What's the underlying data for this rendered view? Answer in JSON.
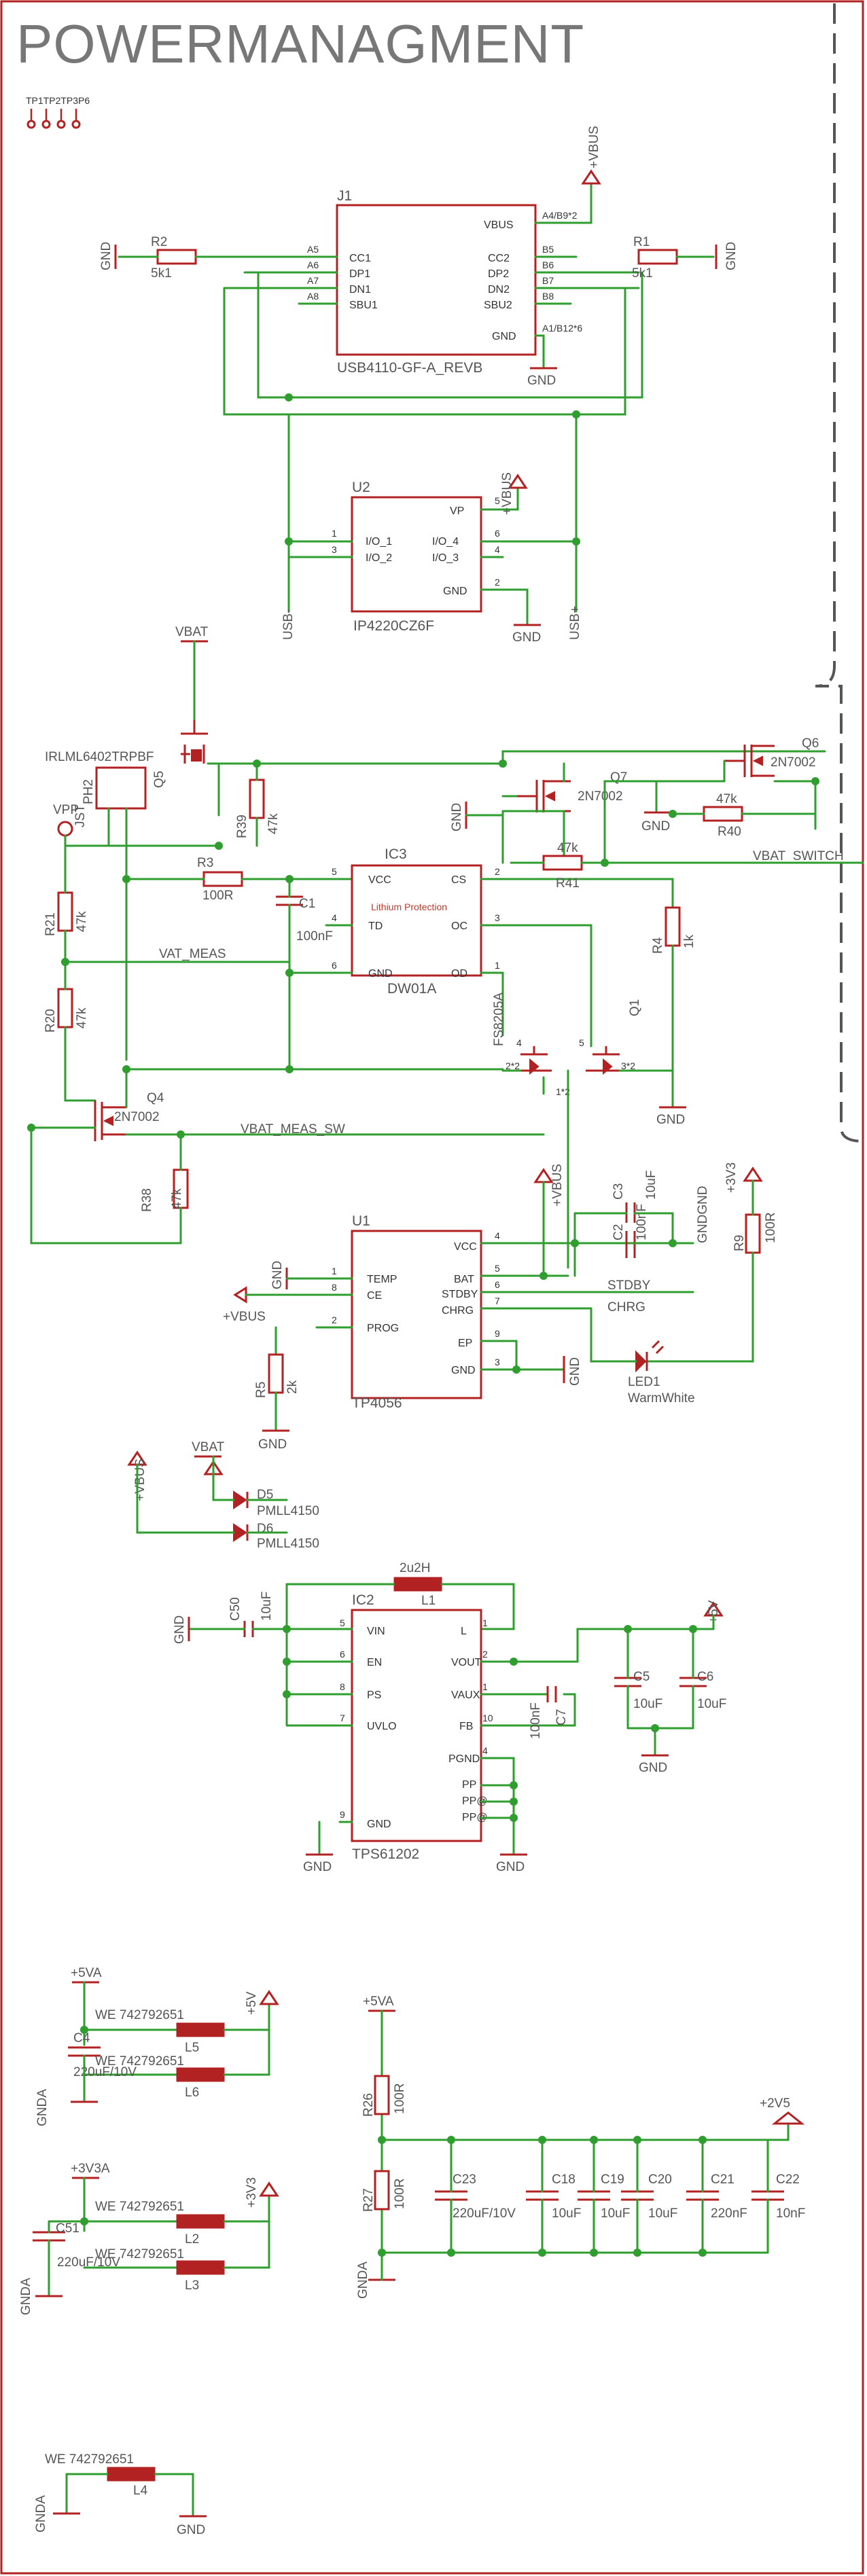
{
  "title": "POWERMANAGMENT",
  "testpoints": "TP1TP2TP3P6",
  "nets": {
    "vbus": "+VBUS",
    "vbat": "VBAT",
    "gnd": "GND",
    "gnda": "GNDA",
    "p5v": "+5V",
    "p3v3": "+3V3",
    "p5va": "+5VA",
    "p3v3a": "+3V3A",
    "p2v5": "+2V5",
    "usbm": "USB-",
    "usbp": "USB+",
    "vbat_switch": "VBAT_SWITCH",
    "vat_meas": "VAT_MEAS",
    "vbat_meas_sw": "VBAT_MEAS_SW",
    "stdby": "STDBY",
    "chrg": "CHRG",
    "vpp": "VPP",
    "gndgnd": "GNDGND"
  },
  "j1": {
    "ref": "J1",
    "value": "USB4110-GF-A_REVB",
    "left_pins": [
      "A5",
      "A6",
      "A7",
      "A8"
    ],
    "left_names": [
      "CC1",
      "DP1",
      "DN1",
      "SBU1"
    ],
    "right_pins": [
      "A4/B9*2",
      "B5",
      "B6",
      "B7",
      "B8",
      "A1/B12*6"
    ],
    "right_names": [
      "VBUS",
      "CC2",
      "DP2",
      "DN2",
      "SBU2",
      "GND"
    ]
  },
  "u2": {
    "ref": "U2",
    "value": "IP4220CZ6F",
    "pins_l": [
      "1",
      "3"
    ],
    "names_l": [
      "I/O_1",
      "I/O_2"
    ],
    "pins_r": [
      "5",
      "6",
      "4",
      "2"
    ],
    "names_r": [
      "VP",
      "I/O_4",
      "I/O_3",
      "GND"
    ]
  },
  "ic3": {
    "ref": "IC3",
    "value": "DW01A",
    "note": "Lithium Protection",
    "pins_l": [
      "5",
      "4",
      "6"
    ],
    "names_l": [
      "VCC",
      "TD",
      "GND"
    ],
    "pins_r": [
      "2",
      "3",
      "1"
    ],
    "names_r": [
      "CS",
      "OC",
      "OD"
    ]
  },
  "u1": {
    "ref": "U1",
    "value": "TP4056",
    "pins_l": [
      "1",
      "8",
      "2"
    ],
    "names_l": [
      "TEMP",
      "CE",
      "PROG"
    ],
    "pins_r": [
      "4",
      "5",
      "6",
      "7",
      "9",
      "3"
    ],
    "names_r": [
      "VCC",
      "BAT",
      "STDBY",
      "CHRG",
      "EP",
      "GND"
    ]
  },
  "ic2": {
    "ref": "IC2",
    "value": "TPS61202",
    "pins_l": [
      "5",
      "6",
      "8",
      "7",
      "9"
    ],
    "names_l": [
      "VIN",
      "EN",
      "PS",
      "UVLO",
      "GND"
    ],
    "pins_r": [
      "1",
      "2",
      "1",
      "10",
      "4"
    ],
    "names_r": [
      "L",
      "VOUT",
      "VAUX",
      "FB",
      "PGND"
    ],
    "pp": [
      "PP",
      "PP@",
      "PP@"
    ]
  },
  "transistors": {
    "q5": {
      "ref": "Q5",
      "value": "IRLML6402TRPBF"
    },
    "q7": {
      "ref": "Q7",
      "value": "2N7002"
    },
    "q6": {
      "ref": "Q6",
      "value": "2N7002"
    },
    "q4": {
      "ref": "Q4",
      "value": "2N7002"
    },
    "q1": {
      "ref": "Q1",
      "value": "FS8205A",
      "pins": [
        "5",
        "4",
        "2*2",
        "1*2",
        "3*2"
      ]
    }
  },
  "resistors": {
    "r1": {
      "ref": "R1",
      "value": "5k1"
    },
    "r2": {
      "ref": "R2",
      "value": "5k1"
    },
    "r3": {
      "ref": "R3",
      "value": "100R"
    },
    "r39": {
      "ref": "R39",
      "value": "47k"
    },
    "r40": {
      "ref": "R40",
      "value": "47k"
    },
    "r41": {
      "ref": "R41",
      "value": "47k"
    },
    "r4": {
      "ref": "R4",
      "value": "1k"
    },
    "r21": {
      "ref": "R21",
      "value": "47k"
    },
    "r20": {
      "ref": "R20",
      "value": "47k"
    },
    "r38": {
      "ref": "R38",
      "value": "47k"
    },
    "r9": {
      "ref": "R9",
      "value": "100R"
    },
    "r5": {
      "ref": "R5",
      "value": "2k"
    },
    "r26": {
      "ref": "R26",
      "value": "100R"
    },
    "r27": {
      "ref": "R27",
      "value": "100R"
    }
  },
  "caps": {
    "c1": {
      "ref": "C1",
      "value": "100nF"
    },
    "c3": {
      "ref": "C3",
      "value": "10uF"
    },
    "c2": {
      "ref": "C2",
      "value": "100nF"
    },
    "c50": {
      "ref": "C50",
      "value": "10uF"
    },
    "c7": {
      "ref": "C7",
      "value": "100nF"
    },
    "c5": {
      "ref": "C5",
      "value": "10uF"
    },
    "c6": {
      "ref": "C6",
      "value": "10uF"
    },
    "c4": {
      "ref": "C4",
      "value": "220uF/10V"
    },
    "c51": {
      "ref": "C51",
      "value": "220uF/10V"
    },
    "c23": {
      "ref": "C23",
      "value": "220uF/10V"
    },
    "c18": {
      "ref": "C18",
      "value": "10uF"
    },
    "c19": {
      "ref": "C19",
      "value": "10uF"
    },
    "c20": {
      "ref": "C20",
      "value": "10uF"
    },
    "c21": {
      "ref": "C21",
      "value": "220nF"
    },
    "c22": {
      "ref": "C22",
      "value": "10nF"
    }
  },
  "inductors": {
    "l1": {
      "ref": "L1",
      "value": "2u2H"
    },
    "l5": {
      "ref": "L5",
      "value": "WE 742792651"
    },
    "l6": {
      "ref": "L6",
      "value": "WE 742792651"
    },
    "l2": {
      "ref": "L2",
      "value": "WE 742792651"
    },
    "l3": {
      "ref": "L3",
      "value": "WE 742792651"
    },
    "l4": {
      "ref": "L4",
      "value": "WE 742792651"
    }
  },
  "diodes": {
    "d5": {
      "ref": "D5",
      "value": "PMLL4150"
    },
    "d6": {
      "ref": "D6",
      "value": "PMLL4150"
    },
    "led1": {
      "ref": "LED1",
      "value": "WarmWhite"
    }
  },
  "connector": {
    "ref": "PH2",
    "value": "JST"
  }
}
